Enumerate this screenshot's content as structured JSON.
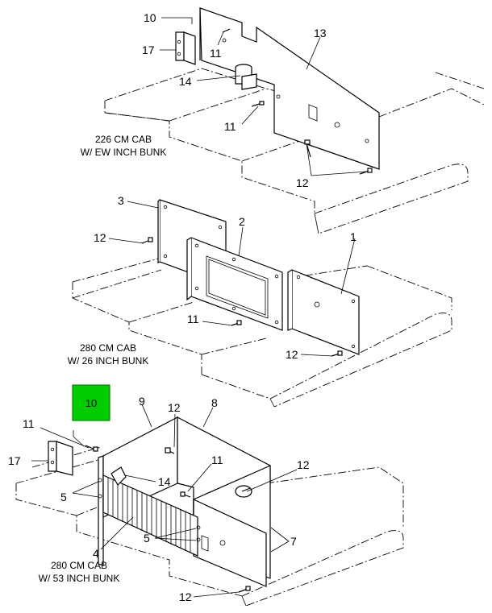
{
  "diagram": {
    "sections": [
      {
        "id": "top",
        "caption_line1": "226 CM CAB",
        "caption_line2": "W/ EW INCH BUNK",
        "callouts": [
          "10",
          "17",
          "11",
          "14",
          "13",
          "11",
          "12"
        ]
      },
      {
        "id": "middle",
        "caption_line1": "280 CM CAB",
        "caption_line2": "W/ 26 INCH BUNK",
        "callouts": [
          "3",
          "2",
          "1",
          "12",
          "11",
          "12"
        ]
      },
      {
        "id": "bottom",
        "caption_line1": "280 CM CAB",
        "caption_line2": "W/ 53 INCH BUNK",
        "callouts": [
          "9",
          "12",
          "8",
          "11",
          "17",
          "11",
          "14",
          "12",
          "5",
          "4",
          "5",
          "7",
          "12"
        ]
      }
    ],
    "highlight": {
      "label": "10",
      "color": "#00cc00",
      "border": "#008800"
    }
  }
}
